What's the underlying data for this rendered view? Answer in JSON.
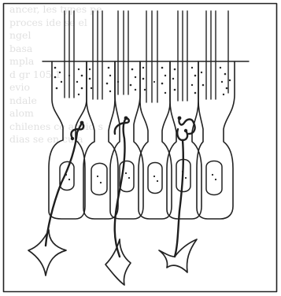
{
  "figure": {
    "caption": "",
    "colors": {
      "ink": "#222222",
      "background": "#ffffff",
      "stipple": "#2a2a2a",
      "frame": "#222222"
    },
    "parts": [
      "cilia",
      "cuticle",
      "cell-nuclei",
      "nerve-fibers",
      "neuron-bodies"
    ],
    "cell_count": 6,
    "nerve_fiber_count": 4,
    "neuron_body_count": 3
  },
  "background_text_lines": [
    "ancer, les types pe",
    "proces ide                 se el",
    "ngel                       ",
    "basa",
    "",
    "mpla",
    "d gr                         105 1",
    "evio                                 ",
    "ndale",
    "alom",
    "",
    "              chilenes ce ansid  s",
    "                                  ",
    "                                  ",
    "                  dias se en cu a",
    "                                 "
  ]
}
